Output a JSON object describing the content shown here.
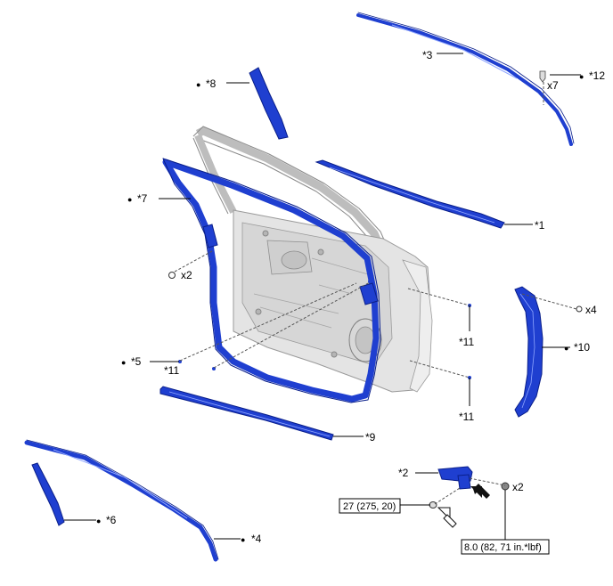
{
  "callouts": {
    "c1": "*1",
    "c2": "*2",
    "c3": "*3",
    "c4": "*4",
    "c5": "*5",
    "c6": "*6",
    "c7": "*7",
    "c8": "*8",
    "c9": "*9",
    "c10": "*10",
    "c11a": "*11",
    "c11b": "*11",
    "c11c": "*11",
    "c12": "*12"
  },
  "quantities": {
    "q_x2_left": "x2",
    "q_x4": "x4",
    "q_x7": "x7",
    "q_x2_bracket": "x2"
  },
  "torques": {
    "bolt": "27 (275, 20)",
    "nut": "8.0 (82, 71 in.*lbf)"
  },
  "bullet": "●",
  "colors": {
    "part_blue": "#1f3fd0",
    "door_gray": "#e4e4e4"
  }
}
